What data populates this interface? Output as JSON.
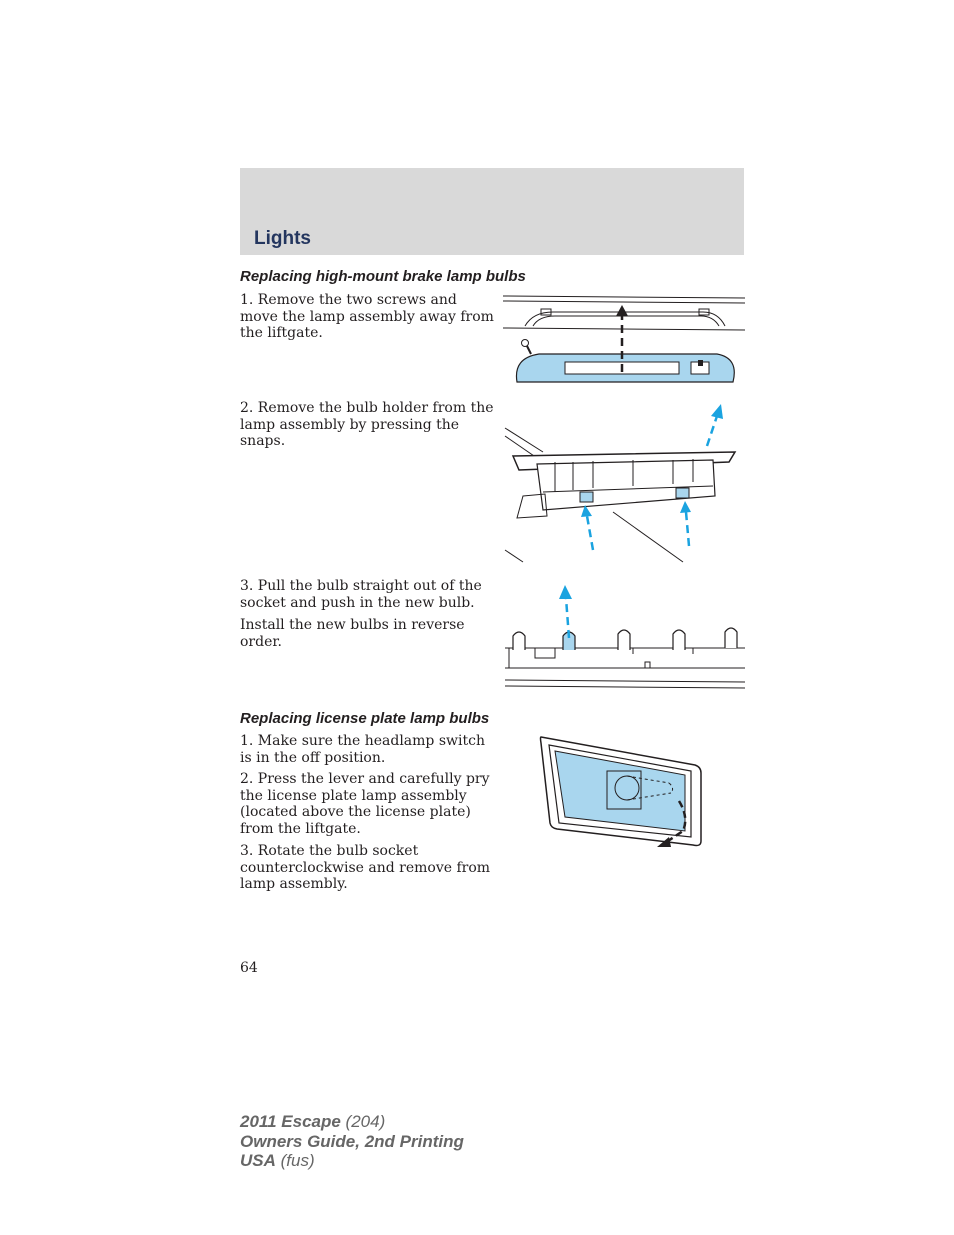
{
  "header": {
    "title": "Lights"
  },
  "section1": {
    "heading": "Replacing high-mount brake lamp bulbs",
    "step1": "1. Remove the two screws and move the lamp assembly away from the liftgate.",
    "step2": "2. Remove the bulb holder from the lamp assembly by pressing the snaps.",
    "step3": "3. Pull the bulb straight out of the socket and push in the new bulb.",
    "note": "Install the new bulbs in reverse order."
  },
  "section2": {
    "heading": "Replacing license plate lamp bulbs",
    "step1": "1. Make sure the headlamp switch is in the off position.",
    "step2": "2. Press the lever and carefully pry the license plate lamp assembly (located above the license plate) from the liftgate.",
    "step3": "3. Rotate the bulb socket counterclockwise and remove from lamp assembly."
  },
  "page_number": "64",
  "footer": {
    "line1_bold": "2011 Escape",
    "line1_light": " (204)",
    "line2": "Owners Guide, 2nd Printing",
    "line3_bold": "USA",
    "line3_light": " (fus)"
  },
  "colors": {
    "header_band": "#d9d9d9",
    "title": "#24365f",
    "highlight_blue": "#a9d6ee",
    "arrow_blue": "#1aa3e0"
  },
  "icons": [
    "dashed-up-arrow-icon",
    "screw-icon",
    "counterclockwise-arrow-icon"
  ]
}
